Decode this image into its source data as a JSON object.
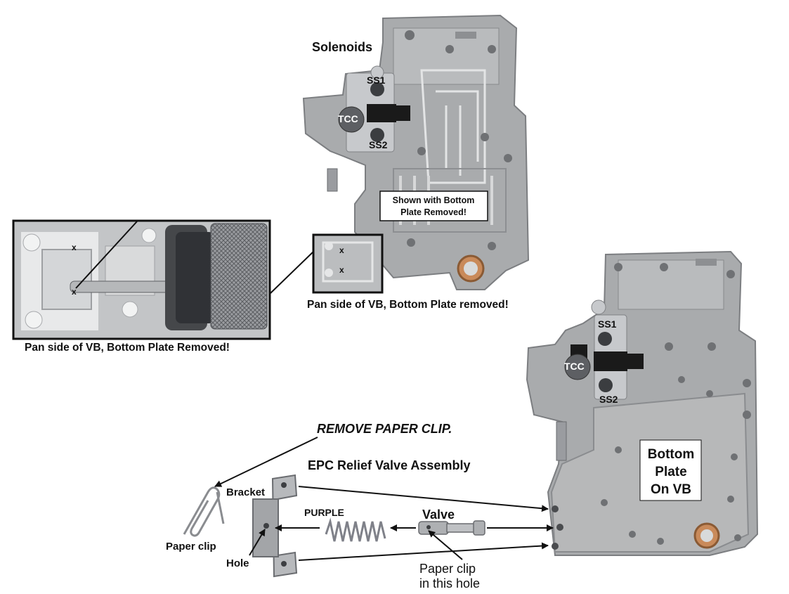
{
  "labels": {
    "solenoids": "Solenoids",
    "ss1_top": "SS1",
    "tcc_top": "TCC",
    "ss2_top": "SS2",
    "shown_line1": "Shown with Bottom",
    "shown_line2": "Plate Removed!",
    "x_mark": "x",
    "pan_side_main": "Pan side of VB, Bottom Plate removed!",
    "pan_side_inset": "Pan side of VB, Bottom Plate Removed!",
    "ss1_bottom": "SS1",
    "tcc_bottom": "TCC",
    "ss2_bottom": "SS2",
    "bottom_plate_line1": "Bottom",
    "bottom_plate_line2": "Plate",
    "bottom_plate_line3": "On VB",
    "remove_paper_clip": "REMOVE PAPER CLIP.",
    "epc_title": "EPC Relief Valve Assembly",
    "bracket": "Bracket",
    "purple": "PURPLE",
    "valve": "Valve",
    "paper_clip": "Paper clip",
    "hole": "Hole",
    "paper_clip_hole_line1": "Paper clip",
    "paper_clip_hole_line2": "in this hole"
  },
  "colors": {
    "casting": "#a9abad",
    "casting_dark": "#7c7e81",
    "casting_light": "#cfd1d3",
    "plate": "#b7b8b9",
    "solenoid": "#c7c9cc",
    "connector": "#1a1a1a",
    "copper": "#c98a5a",
    "spring": "#7f8189"
  }
}
